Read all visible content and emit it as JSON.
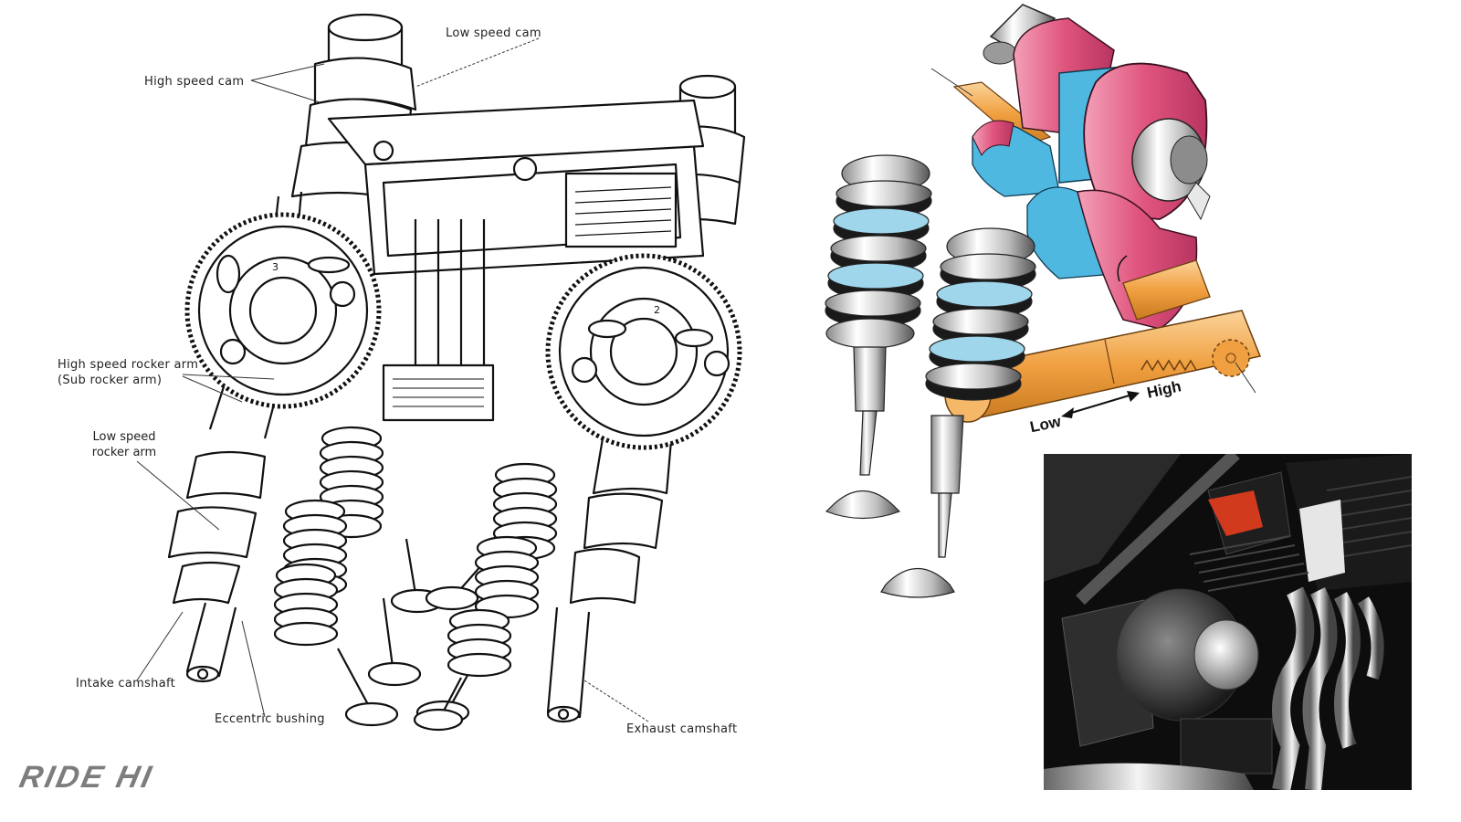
{
  "line_diagram": {
    "labels": {
      "low_speed_cam": "Low speed cam",
      "high_speed_cam": "High speed cam",
      "high_speed_rocker_arm_line1": "High speed rocker arm",
      "high_speed_rocker_arm_line2": "(Sub rocker arm)",
      "low_speed_rocker_arm_line1": "Low speed",
      "low_speed_rocker_arm_line2": "rocker arm",
      "intake_camshaft": "Intake camshaft",
      "eccentric_bushing": "Eccentric bushing",
      "exhaust_camshaft": "Exhaust camshaft"
    },
    "sprocket_marks": {
      "left": "3",
      "right": "2"
    }
  },
  "color_diagram": {
    "direction_low": "Low",
    "direction_high": "High",
    "colors": {
      "cam_pink": "#e0557e",
      "rocker_blue": "#4fb8e0",
      "shaft_orange": "#f0a040",
      "spring_black": "#1a1a1a",
      "valve_silver": "#c9c9c9"
    }
  },
  "photo": {
    "description": "engine-closeup-photo",
    "accent_red": "#d23a1e"
  },
  "logo": {
    "text": "RIDE HI",
    "color": "#7d7d7d"
  }
}
